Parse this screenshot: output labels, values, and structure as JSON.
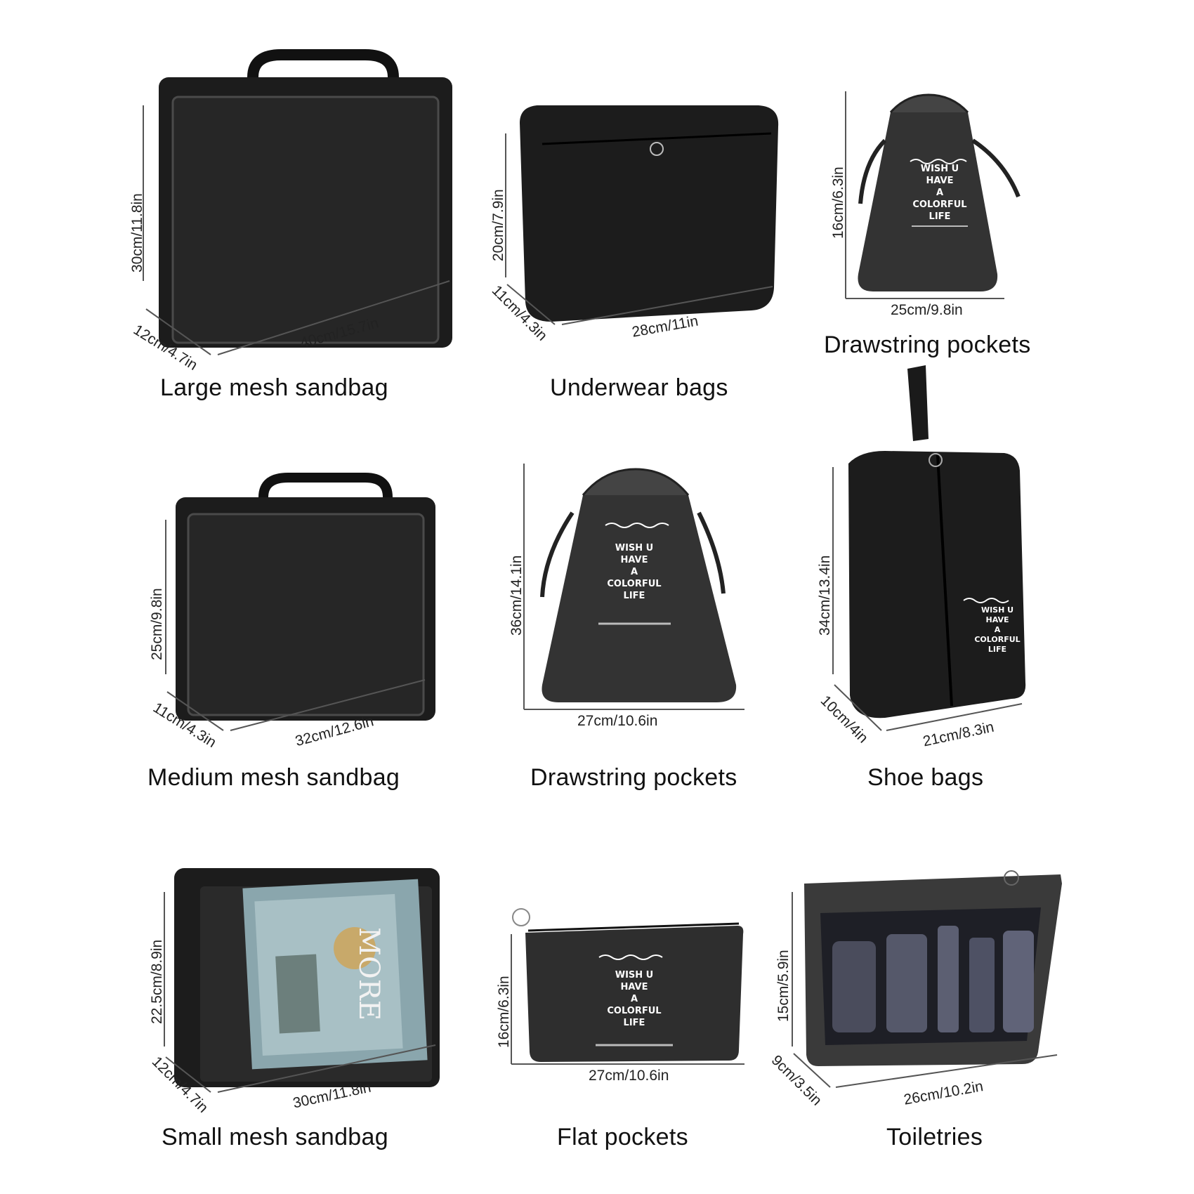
{
  "items": [
    {
      "caption": "Large mesh sandbag",
      "height": "30cm/11.8in",
      "width": "40cm/15.7in",
      "depth": "12cm/4.7in"
    },
    {
      "caption": "Underwear bags",
      "height": "20cm/7.9in",
      "width": "28cm/11in",
      "depth": "11cm/4.3in"
    },
    {
      "caption": "Drawstring pockets",
      "height": "16cm/6.3in",
      "width": "25cm/9.8in",
      "logo": "WISH U\nHAVE\nA\nCOLORFUL\nLIFE"
    },
    {
      "caption": "Medium mesh sandbag",
      "height": "25cm/9.8in",
      "width": "32cm/12.6in",
      "depth": "11cm/4.3in"
    },
    {
      "caption": "Drawstring pockets",
      "height": "36cm/14.1in",
      "width": "27cm/10.6in",
      "logo": "WISH U\nHAVE\nA\nCOLORFUL\nLIFE"
    },
    {
      "caption": "Shoe bags",
      "height": "34cm/13.4in",
      "width": "21cm/8.3in",
      "depth": "10cm/4in",
      "logo": "WISH U\nHAVE\nA\nCOLORFUL\nLIFE"
    },
    {
      "caption": "Small mesh sandbag",
      "height": "22.5cm/8.9in",
      "width": "30cm/11.8in",
      "depth": "12cm/4.7in",
      "magazine_title": "MORE"
    },
    {
      "caption": "Flat pockets",
      "height": "16cm/6.3in",
      "width": "27cm/10.6in",
      "logo": "WISH U\nHAVE\nA\nCOLORFUL\nLIFE"
    },
    {
      "caption": "Toiletries",
      "height": "15cm/5.9in",
      "width": "26cm/10.2in",
      "depth": "9cm/3.5in"
    }
  ],
  "colors": {
    "bag": "#1c1c1c",
    "bag_dark": "#0e0e0e",
    "mesh": "#262626",
    "trim": "#4a4a4a",
    "grey_bag": "#3a3a3a"
  }
}
